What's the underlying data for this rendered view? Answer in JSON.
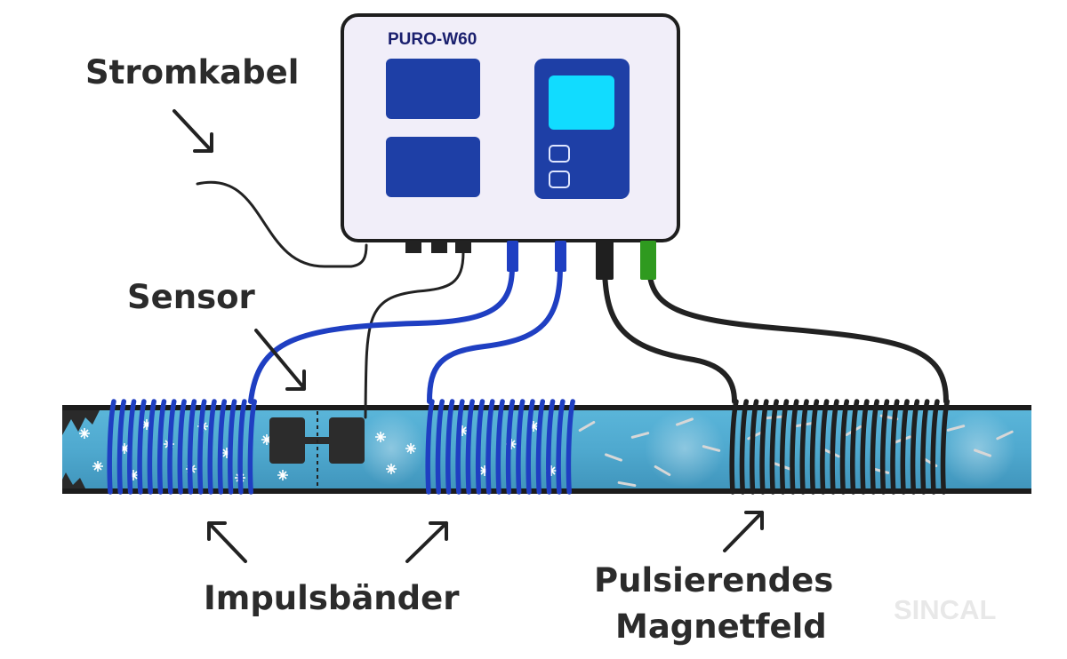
{
  "device": {
    "model": "PURO-W60",
    "screen_color": "#11dcff",
    "panel_color": "#1e3fa6",
    "body_color": "#f1eef9"
  },
  "labels": {
    "power_cable": "Stromkabel",
    "sensor": "Sensor",
    "impulse_bands": "Impulsbänder",
    "magnetic_field_line1": "Pulsierendes",
    "magnetic_field_line2": "Magnetfeld"
  },
  "watermark": {
    "text": "SINCAL"
  },
  "colors": {
    "pipe_water": "#4fa9cf",
    "blue_coil": "#1f3fc2",
    "black_coil": "#1f1f1f",
    "green_connector": "#2f9a1f"
  }
}
